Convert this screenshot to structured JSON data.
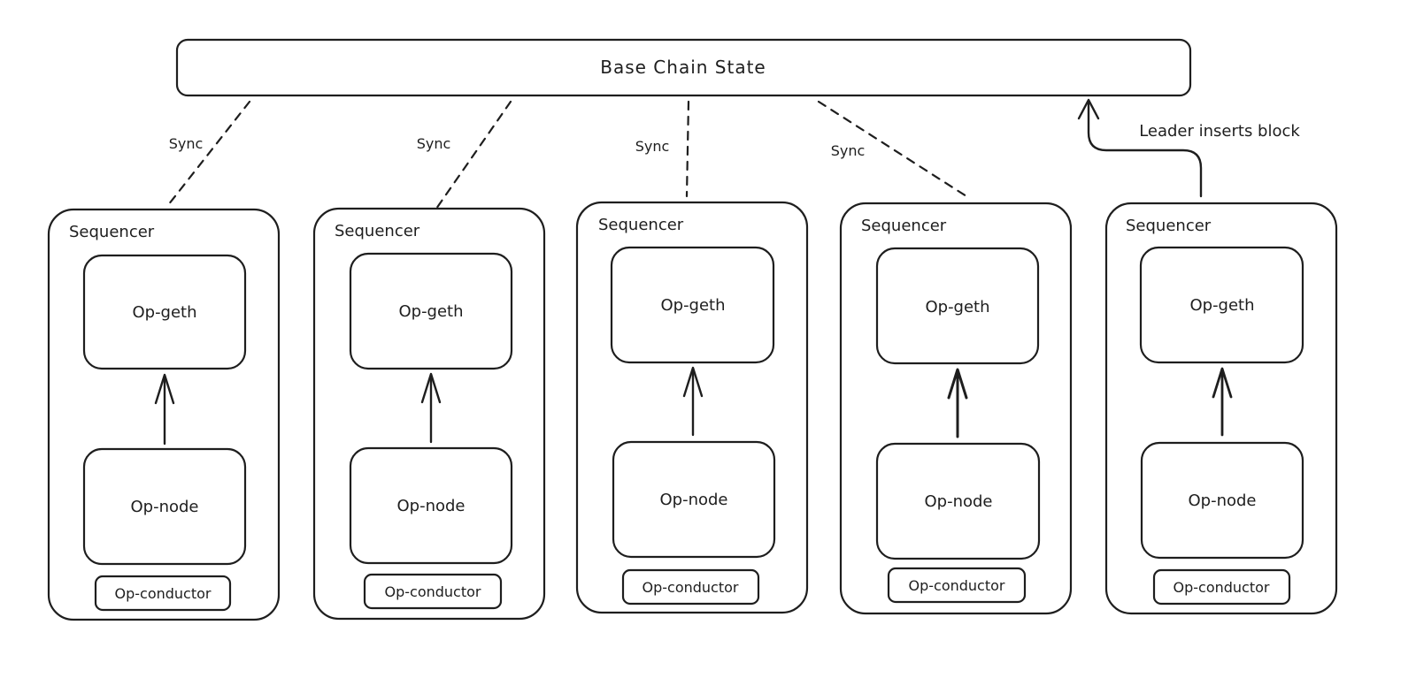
{
  "base_chain": {
    "label": "Base Chain State"
  },
  "sync_links": [
    {
      "label": "Sync"
    },
    {
      "label": "Sync"
    },
    {
      "label": "Sync"
    },
    {
      "label": "Sync"
    }
  ],
  "leader_arrow": {
    "label": "Leader inserts block"
  },
  "sequencers": [
    {
      "title": "Sequencer",
      "geth": "Op-geth",
      "node": "Op-node",
      "conductor": "Op-conductor"
    },
    {
      "title": "Sequencer",
      "geth": "Op-geth",
      "node": "Op-node",
      "conductor": "Op-conductor"
    },
    {
      "title": "Sequencer",
      "geth": "Op-geth",
      "node": "Op-node",
      "conductor": "Op-conductor"
    },
    {
      "title": "Sequencer",
      "geth": "Op-geth",
      "node": "Op-node",
      "conductor": "Op-conductor"
    },
    {
      "title": "Sequencer",
      "geth": "Op-geth",
      "node": "Op-node",
      "conductor": "Op-conductor"
    }
  ],
  "colors": {
    "stroke": "#1e1e1e",
    "background": "#ffffff"
  }
}
